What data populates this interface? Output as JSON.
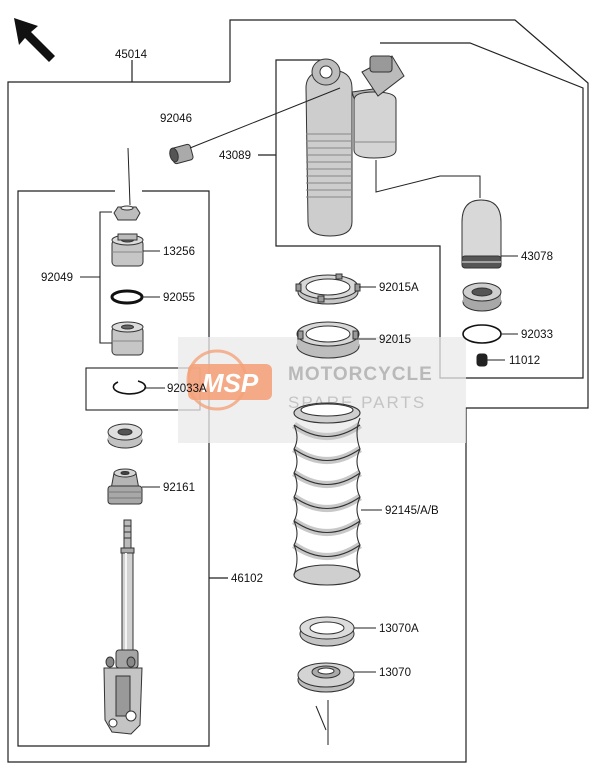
{
  "labels": {
    "l45014": "45014",
    "l92046": "92046",
    "l43089": "43089",
    "l13256": "13256",
    "l92049": "92049",
    "l92055": "92055",
    "l92033A": "92033A",
    "l92161": "92161",
    "l46102": "46102",
    "l92015A": "92015A",
    "l92015": "92015",
    "l92145": "92145/A/B",
    "l13070A": "13070A",
    "l13070": "13070",
    "l43078": "43078",
    "l92033": "92033",
    "l11012": "11012"
  },
  "watermark": {
    "logo": "MSP",
    "title": "MOTORCYCLE",
    "subtitle": "SPARE PARTS"
  },
  "colors": {
    "line": "#222222",
    "part_fill": "#cccccc",
    "part_dark": "#8a8a8a",
    "watermark_bg": "#e9e9e9",
    "watermark_logo": "#f4a27a"
  },
  "icons": {
    "orientation_arrow": "arrow-up-left-icon"
  }
}
